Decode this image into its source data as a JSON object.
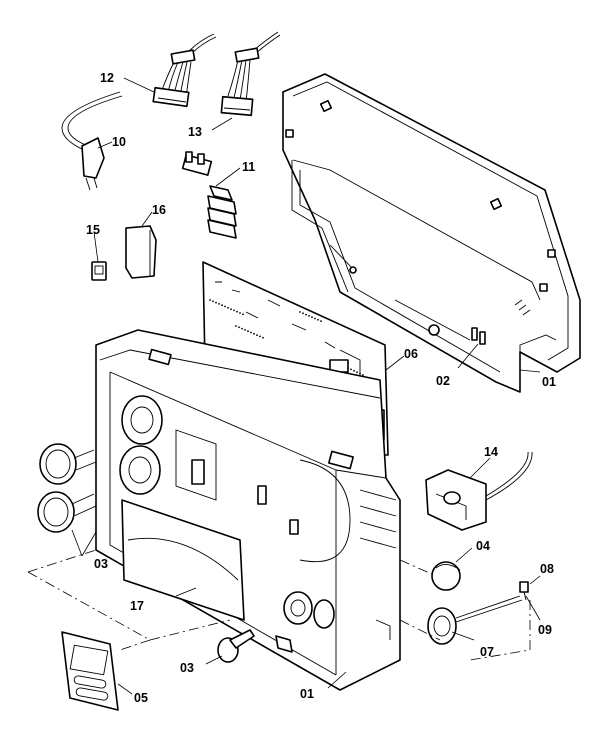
{
  "callouts": {
    "c12": "12",
    "c13": "13",
    "c10": "10",
    "c11": "11",
    "c16": "16",
    "c15": "15",
    "c06": "06",
    "c02": "02",
    "c01a": "01",
    "c14": "14",
    "c03a": "03",
    "c04": "04",
    "c08": "08",
    "c17": "17",
    "c09": "09",
    "c03b": "03",
    "c07": "07",
    "c05": "05",
    "c01b": "01"
  }
}
